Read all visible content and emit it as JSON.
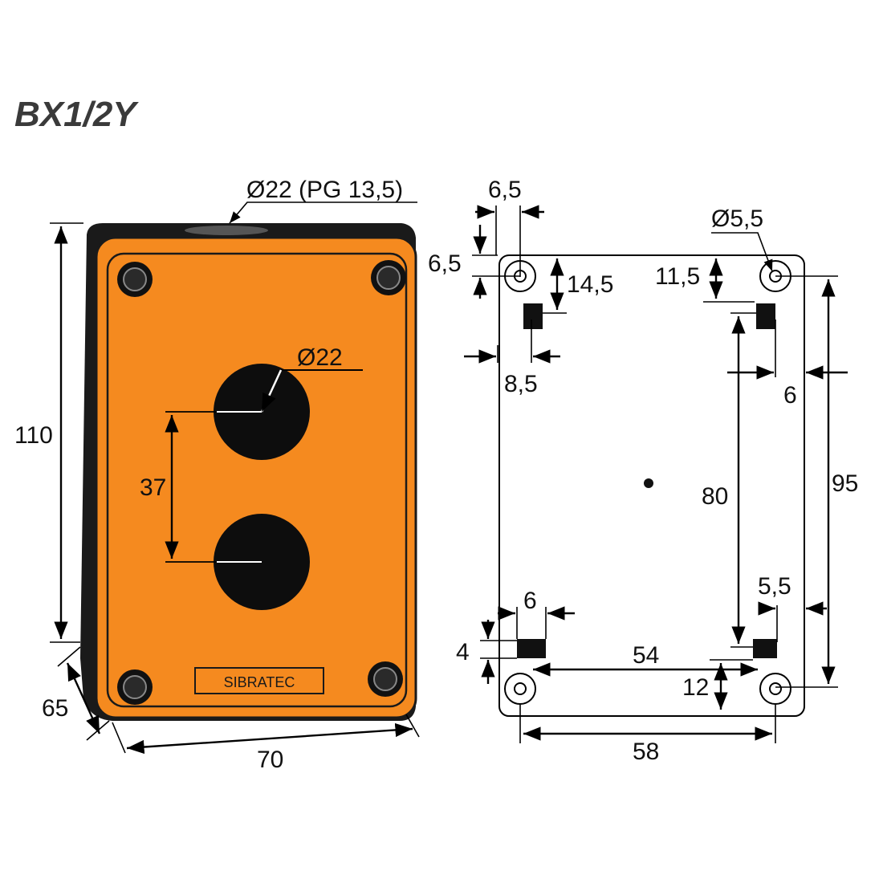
{
  "title": "BX1/2Y",
  "front_view": {
    "top_hole_label": "Ø22 (PG 13,5)",
    "button_diameter_label": "Ø22",
    "button_spacing_label": "37",
    "height_label": "110",
    "depth_label": "65",
    "width_label": "70",
    "brand_plate_text": "SIBRATEC",
    "colors": {
      "body": "#F58A1F",
      "side": "#1a1a1a",
      "button": "#0d0d0d"
    }
  },
  "rear_view": {
    "offset_x_label": "6,5",
    "offset_y_label": "6,5",
    "screw_hole_label": "Ø5,5",
    "lug_top_y_label": "14,5",
    "lug_right_y_label": "11,5",
    "lug_x_label": "8,5",
    "lug_right_x_label": "6",
    "overall_hole_span_label": "95",
    "lug_vertical_span_label": "80",
    "bottom_lug_width_label": "6",
    "bottom_right_offset_label": "5,5",
    "bottom_lug_height_label": "4",
    "lug_horizontal_span_label": "54",
    "bottom_lug_y_label": "12",
    "hole_horizontal_span_label": "58"
  }
}
